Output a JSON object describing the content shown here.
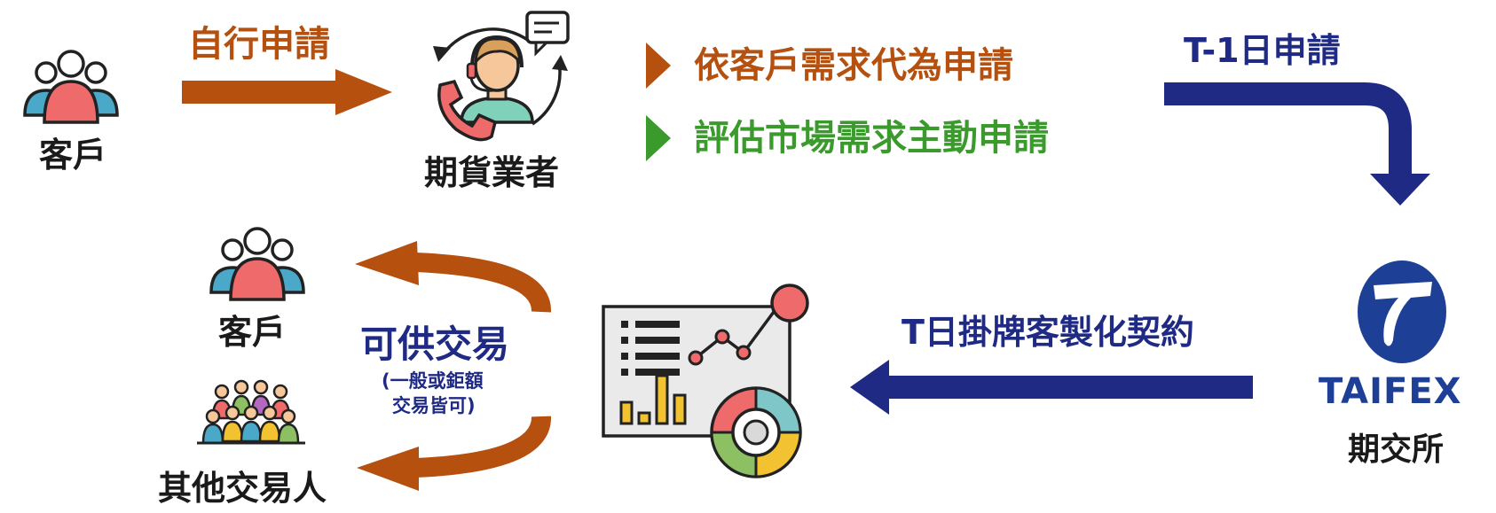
{
  "labels": {
    "client_top": "客戶",
    "self_apply": "自行申請",
    "futures_dealer": "期貨業者",
    "option_client_request": "依客戶需求代為申請",
    "option_market_demand": "評估市場需求主動申請",
    "t_minus_1_prefix": "T-1",
    "t_minus_1_suffix": "日申請",
    "taifex_logo_text": "TAIFEX",
    "taifex_name": "期交所",
    "t_day_prefix": "T",
    "t_day_suffix": "日掛牌客製化契約",
    "tradable": "可供交易",
    "tradable_note_line1": "(一般或鉅額",
    "tradable_note_line2": "交易皆可)",
    "client_bottom": "客戶",
    "other_traders": "其他交易人"
  },
  "colors": {
    "brown": "#b5500f",
    "green": "#3a9a2c",
    "navy": "#1f2a85",
    "black": "#1a1a1a",
    "taifex_blue": "#1d3f96"
  },
  "icons": [
    "group-icon",
    "call-center-agent-icon",
    "dashboard-analytics-icon",
    "taifex-logo",
    "crowd-icon"
  ]
}
